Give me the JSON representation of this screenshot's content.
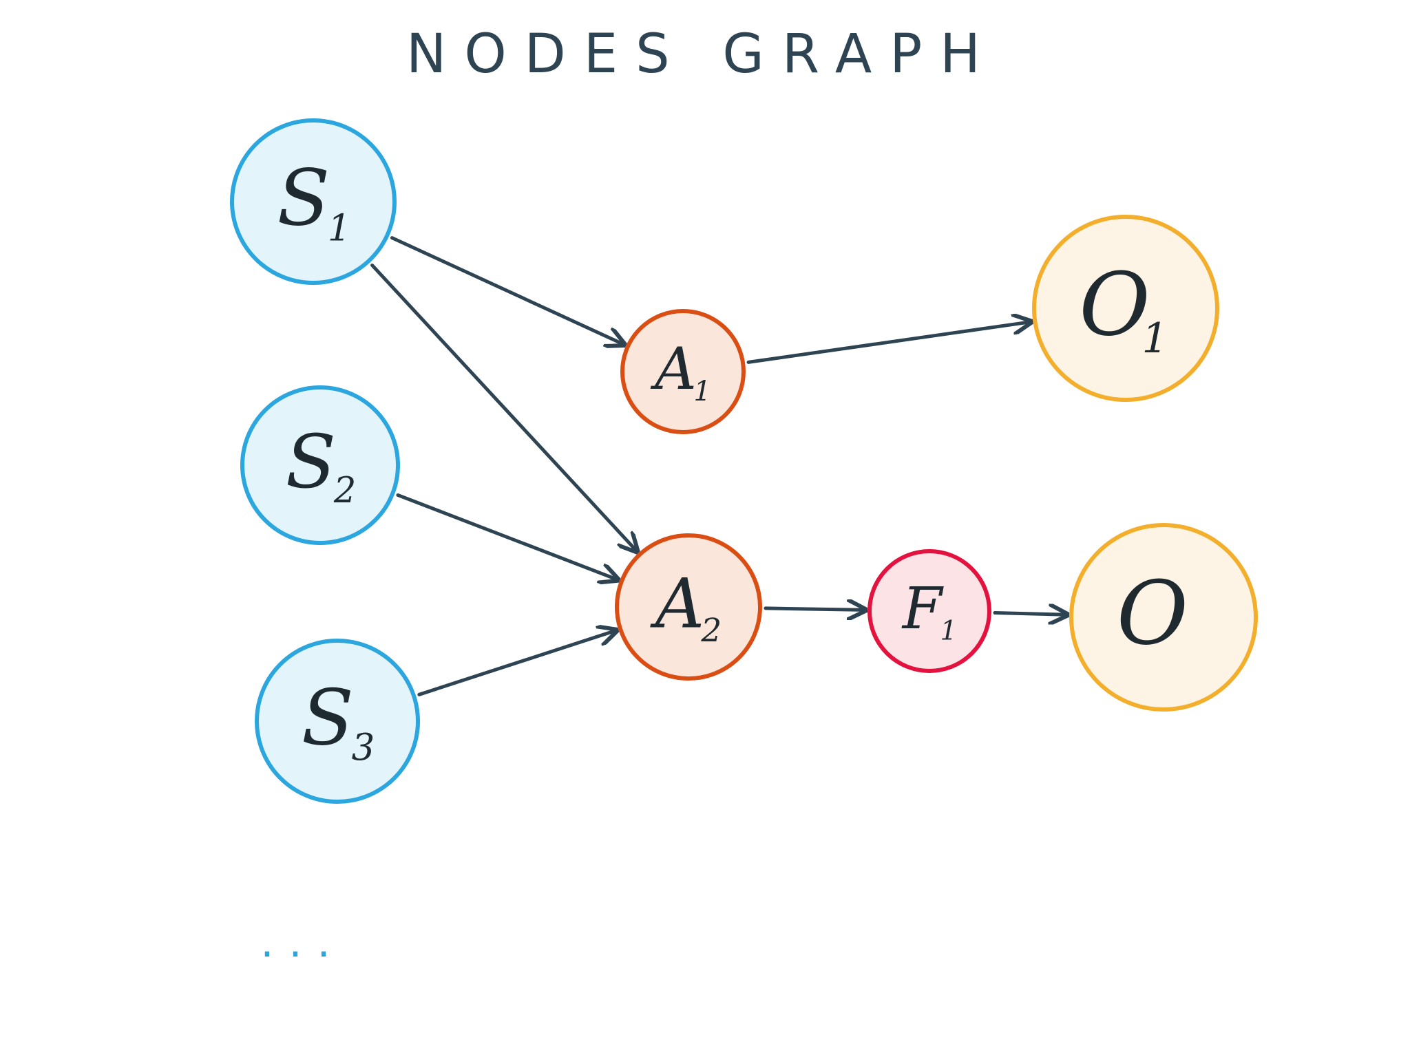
{
  "title": "NODES GRAPH",
  "colors": {
    "source_stroke": "#2ba6de",
    "source_fill": "#e4f4fb",
    "action_stroke": "#da4e14",
    "action_fill": "#fbe6dc",
    "filter_stroke": "#e3123e",
    "filter_fill": "#fce3e6",
    "output_stroke": "#f3ae2c",
    "output_fill": "#fdf4e5",
    "edge": "#2e4453"
  },
  "nodes": [
    {
      "id": "s1",
      "letter": "S",
      "sub": "1",
      "kind": "source"
    },
    {
      "id": "s2",
      "letter": "S",
      "sub": "2",
      "kind": "source"
    },
    {
      "id": "s3",
      "letter": "S",
      "sub": "3",
      "kind": "source"
    },
    {
      "id": "a1",
      "letter": "A",
      "sub": "1",
      "kind": "action"
    },
    {
      "id": "a2",
      "letter": "A",
      "sub": "2",
      "kind": "action"
    },
    {
      "id": "f1",
      "letter": "F",
      "sub": "1",
      "kind": "filter"
    },
    {
      "id": "o1",
      "letter": "O",
      "sub": "1",
      "kind": "output"
    },
    {
      "id": "o2",
      "letter": "O",
      "sub": "",
      "kind": "output"
    }
  ],
  "edges": [
    {
      "from": "s1",
      "to": "a1"
    },
    {
      "from": "s1",
      "to": "a2"
    },
    {
      "from": "s2",
      "to": "a2"
    },
    {
      "from": "s3",
      "to": "a2"
    },
    {
      "from": "a1",
      "to": "o1"
    },
    {
      "from": "a2",
      "to": "f1"
    },
    {
      "from": "f1",
      "to": "o2"
    }
  ],
  "more_indicator": "..."
}
